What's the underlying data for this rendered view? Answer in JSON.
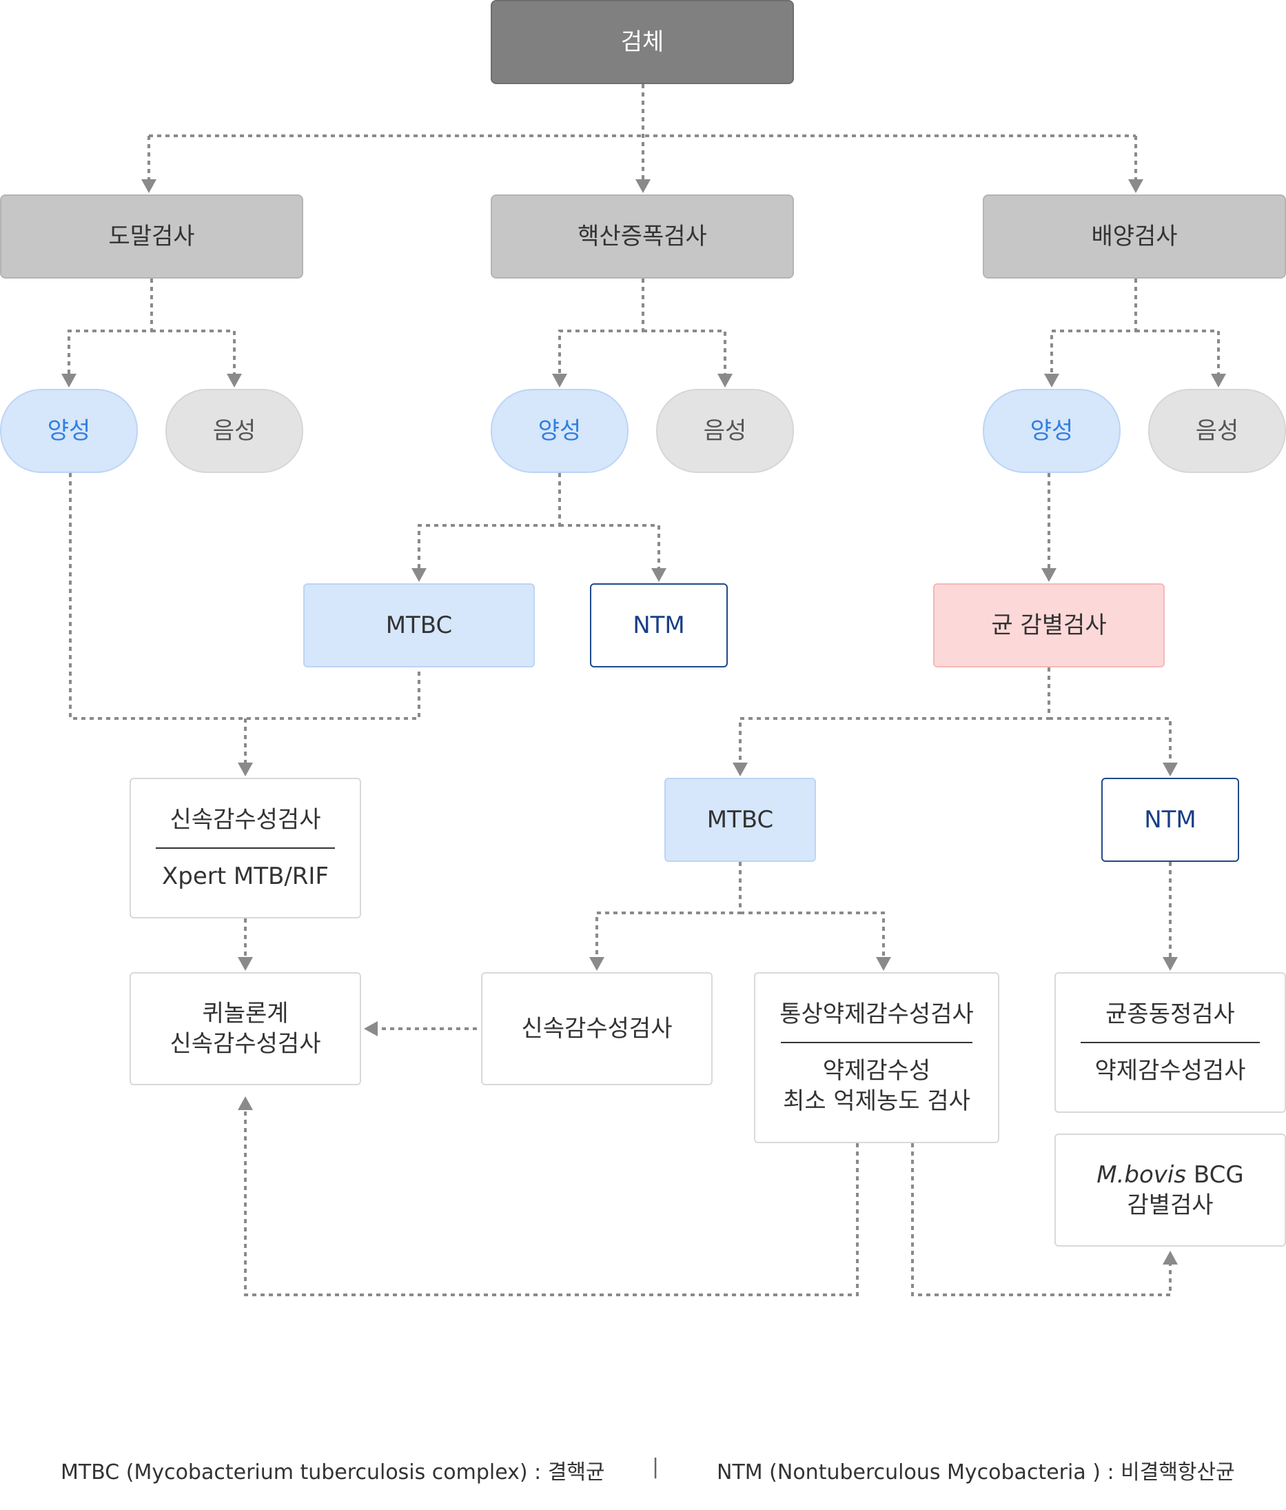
{
  "nodes": {
    "specimen": "검체",
    "smear": "도말검사",
    "naat": "핵산증폭검사",
    "culture": "배양검사",
    "smear_pos": "양성",
    "smear_neg": "음성",
    "naat_pos": "양성",
    "naat_neg": "음성",
    "culture_pos": "양성",
    "culture_neg": "음성",
    "naat_mtbc": "MTBC",
    "naat_ntm": "NTM",
    "identification": "균 감별검사",
    "culture_mtbc": "MTBC",
    "culture_ntm": "NTM",
    "rapid_dst": {
      "title": "신속감수성검사",
      "subtitle": "Xpert MTB/RIF"
    },
    "fq_rapid": {
      "line1": "퀴놀론계",
      "line2": "신속감수성검사"
    },
    "rapid_dst2": "신속감수성검사",
    "conventional_dst": {
      "title": "통상약제감수성검사",
      "line1": "약제감수성",
      "line2": "최소 억제농도 검사"
    },
    "species_id": {
      "title": "균종동정검사",
      "subtitle": "약제감수성검사"
    },
    "bovis": {
      "italic": "M.bovis",
      "rest": " BCG",
      "line2": "감별검사"
    }
  },
  "legend": {
    "mtbc": "MTBC (Mycobacterium tuberculosis complex) : 결핵균",
    "separator": "|",
    "ntm": "NTM (Nontuberculous Mycobacteria ) : 비결핵항산균"
  },
  "colors": {
    "connector": "#8a8a8a",
    "positive_text": "#2f7fe0",
    "ntm_text": "#1a3f85",
    "identification_fill": "#fdd8d8"
  }
}
